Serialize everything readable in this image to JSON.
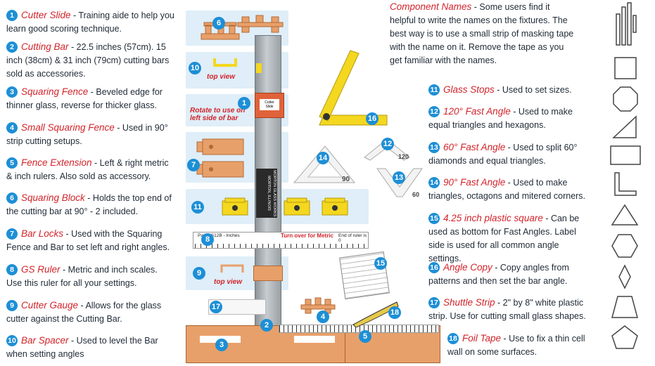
{
  "left_items": [
    {
      "num": "1",
      "name": "Cutter Slide",
      "desc": " - Training aide to help you learn good scoring technique."
    },
    {
      "num": "2",
      "name": "Cutting Bar",
      "desc": " - 22.5 inches (57cm). 15 inch (38cm) & 31 inch (79cm) cutting bars sold as accessories."
    },
    {
      "num": "3",
      "name": "Squaring Fence",
      "desc": " - Beveled edge for thinner glass, reverse for thicker glass."
    },
    {
      "num": "4",
      "name": "Small Squaring Fence",
      "desc": " - Used in 90° strip cutting setups."
    },
    {
      "num": "5",
      "name": "Fence Extension",
      "desc": " - Left & right metric & inch rulers.  Also sold as accessory."
    },
    {
      "num": "6",
      "name": "Squaring Block",
      "desc": " - Holds the top end of the cutting bar at 90° -  2 included."
    },
    {
      "num": "7",
      "name": "Bar Locks",
      "desc": " - Used with the Squaring Fence and Bar to set left and right angles."
    },
    {
      "num": "8",
      "name": "GS Ruler",
      "desc": " - Metric and inch scales. Use this ruler for all your settings."
    },
    {
      "num": "9",
      "name": "Cutter Gauge",
      "desc": " - Allows for the glass cutter against the Cutting Bar."
    },
    {
      "num": "10",
      "name": "Bar Spacer",
      "desc": " - Used to level the Bar when setting angles"
    }
  ],
  "component_names": {
    "title": "Component Names",
    "text": " - Some users find it helpful to write the names on the fixtures.  The best way is to use a small strip of masking tape with the name on it.  Remove the tape as you get familiar with the names."
  },
  "right_items": [
    {
      "num": "11",
      "name": "Glass Stops",
      "desc": " - Used to set sizes."
    },
    {
      "num": "12",
      "name": "120° Fast Angle",
      "desc": " - Used to make equal triangles and hexagons."
    },
    {
      "num": "13",
      "name": "60° Fast Angle",
      "desc": " - Used to split 60° diamonds and equal triangles."
    },
    {
      "num": "14",
      "name": "90° Fast Angle",
      "desc": " - Used to make triangles, octagons and mitered corners."
    },
    {
      "num": "15",
      "name": "4.25 inch plastic square",
      "desc": " - Can be used as bottom for Fast Angles.  Label side is used for all common angle settings."
    },
    {
      "num": "16",
      "name": "Angle Copy",
      "desc": " - Copy angles from patterns and then set the bar angle."
    },
    {
      "num": "17",
      "name": "Shuttle Strip",
      "desc": " - 2\" by 8\" white plastic strip.  Use for cutting small glass shapes."
    },
    {
      "num": "18",
      "name": "Foil Tape",
      "desc": " - Use to fix a thin cell wall on some surfaces."
    }
  ],
  "diagram": {
    "top_view_1": "top view",
    "top_view_2": "top view",
    "rotate_note": "Rotate to use on left side of bar",
    "cutter_slide_label": "Cutter Slide",
    "bar_brand": "MORTON GLASS WORKS",
    "bar_location": "MORTON, ILLINOIS",
    "ruler_part": "Part GS12B - Inches",
    "ruler_turn": "Turn over for Metric",
    "ruler_end": "End of ruler is 0",
    "angle_90": "90",
    "angle_120": "120",
    "angle_60": "60",
    "callouts": [
      "6",
      "10",
      "1",
      "16",
      "7",
      "14",
      "12",
      "13",
      "11",
      "8",
      "15",
      "9",
      "17",
      "18",
      "4",
      "2",
      "5",
      "3"
    ]
  },
  "colors": {
    "accent_blue": "#1d8fd6",
    "name_red": "#d2232a",
    "panel_blue": "#dfeef8",
    "wood": "#e8a06a",
    "yellow": "#f4d71f"
  }
}
